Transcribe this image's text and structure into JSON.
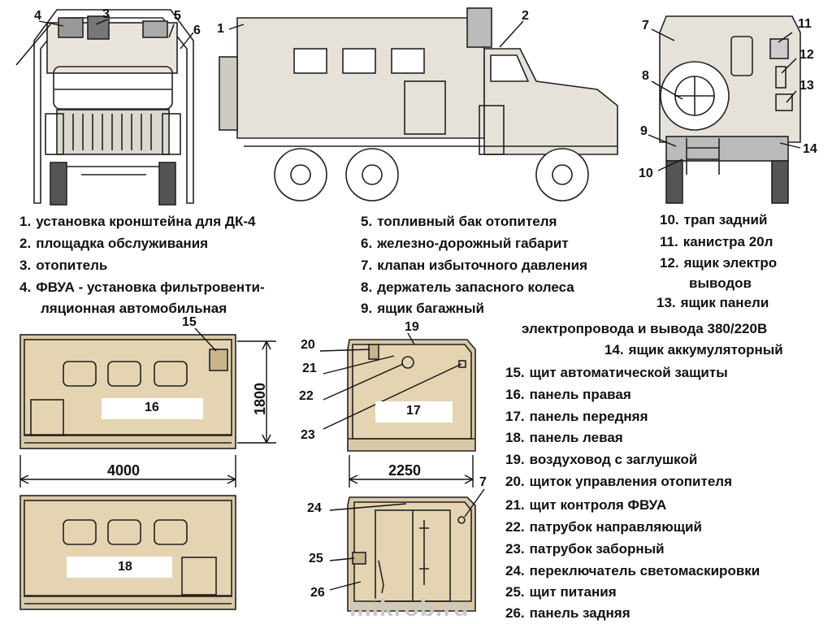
{
  "legend": [
    {
      "n": "1.",
      "t": "установка кронштейна для ДК-4"
    },
    {
      "n": "2.",
      "t": "площадка обслуживания"
    },
    {
      "n": "3.",
      "t": "отопитель"
    },
    {
      "n": "4.",
      "t": "ФВУА - установка фильтровенти-"
    },
    {
      "n": "",
      "t": "ляционная автомобильная"
    },
    {
      "n": "5.",
      "t": "топливный бак отопителя"
    },
    {
      "n": "6.",
      "t": "железно-дорожный габарит"
    },
    {
      "n": "7.",
      "t": "клапан избыточного давления"
    },
    {
      "n": "8.",
      "t": "держатель запасного колеса"
    },
    {
      "n": "9.",
      "t": "ящик багажный"
    },
    {
      "n": "10.",
      "t": "трап задний"
    },
    {
      "n": "11.",
      "t": "канистра 20л"
    },
    {
      "n": "12.",
      "t": "ящик электро"
    },
    {
      "n": "",
      "t": "выводов"
    },
    {
      "n": "13.",
      "t": "ящик панели"
    },
    {
      "n": "",
      "t": "электропровода и вывода 380/220В"
    },
    {
      "n": "14.",
      "t": "ящик аккумуляторный"
    },
    {
      "n": "15.",
      "t": "щит автоматической защиты"
    },
    {
      "n": "16.",
      "t": "панель правая"
    },
    {
      "n": "17.",
      "t": "панель передняя"
    },
    {
      "n": "18.",
      "t": "панель левая"
    },
    {
      "n": "19.",
      "t": "воздуховод с заглушкой"
    },
    {
      "n": "20.",
      "t": "щиток управления отопителя"
    },
    {
      "n": "21.",
      "t": "щит контроля ФВУА"
    },
    {
      "n": "22.",
      "t": "патрубок направляющий"
    },
    {
      "n": "23.",
      "t": "патрубок заборный"
    },
    {
      "n": "24.",
      "t": "переключатель светомаскировки"
    },
    {
      "n": "25.",
      "t": "щит питания"
    },
    {
      "n": "26.",
      "t": "панель задняя"
    }
  ],
  "callouts": [
    "1",
    "2",
    "3",
    "4",
    "5",
    "6",
    "7",
    "8",
    "9",
    "10",
    "11",
    "12",
    "13",
    "14",
    "15",
    "16",
    "17",
    "18",
    "19",
    "20",
    "21",
    "22",
    "23",
    "24",
    "25",
    "26",
    "7"
  ],
  "dimensions": {
    "panel_length": "4000",
    "panel_height": "1800",
    "front_width": "2250"
  },
  "watermark": "mikrob.ru"
}
